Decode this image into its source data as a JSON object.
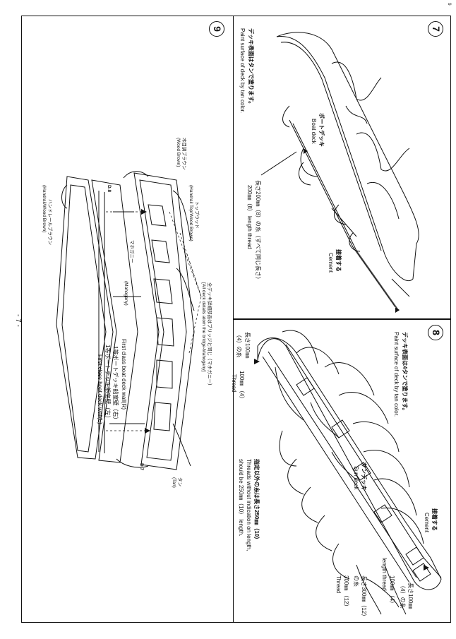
{
  "page_number": "- 7 -",
  "corner_mark": "9",
  "step7": {
    "number": "7",
    "instruction_jp": "デッキ表面はタンで塗ります。",
    "instruction_en": "Paint surface of deck by tan color.",
    "boat_deck_jp": "ボートデッキ",
    "boat_deck_en": "Boat deck",
    "thread_jp": "長さ200㎜（8）の糸（すべて同じ長さ）",
    "thread_en": "200㎜（8） length thread",
    "cement_jp": "接着する",
    "cement_en": "Cement"
  },
  "step8": {
    "number": "8",
    "instruction_jp": "デッキ表面は4タンで塗ります。",
    "instruction_en": "Paint surface of deck by tan color.",
    "thread100_jp": "長さ100㎜",
    "thread100_val": "（4）の糸",
    "thread100_en": "100㎜ （4）",
    "thread_word": "Thread",
    "sun_deck_jp": "サンデッキ",
    "sun_deck_en": "Sun deck",
    "cement_jp": "接着する",
    "cement_en": "Cement",
    "note_jp": "指定以外の糸は長さ250㎜（10）",
    "note_en1": "Threads without indication on length,",
    "note_en2": "should be 250㎜（10） length.",
    "thread100b_jp": "長さ100㎜",
    "thread100b_val": "（4）の糸",
    "thread100b_en": "100㎜ （4）",
    "thread100b_en2": "length thread",
    "thread300_jp": "長さ300㎜（12）",
    "thread300_val": "の糸",
    "thread300_en": "300㎜ （12）",
    "thread300_word": "Thread"
  },
  "step9": {
    "number": "9",
    "wood_brown_jp": "木目調ブラウン",
    "wood_brown_en": "(Wood Brown)",
    "top_wood_jp": "トップウッド",
    "top_wood_en": "(Handrail Top/Wood Brown)",
    "handrail_jp": "ハンドレールブラウン",
    "handrail_en": "(Handrail/Wood Brown)",
    "mahogany_jp": "マホガニー",
    "mahogany_en": "(Mahogany)",
    "db_label": "D.8",
    "d7_label": "D.7",
    "all_deck_jp": "全デッキ詳細部品はブリッジと同じ（マホガニー）",
    "all_deck_en": "[All deck details atom the bridge-Mahogany]",
    "wall_r_en": "First class boat deck wall(R)",
    "wall_r_jp": "1等ボートデッキ船室壁（右）",
    "wall_l_jp": "1等ボートデッキ船室壁（左）",
    "wall_l_en": "First class boat deck wall(L)",
    "tan_jp": "タン",
    "tan_en": "(Tan)"
  }
}
